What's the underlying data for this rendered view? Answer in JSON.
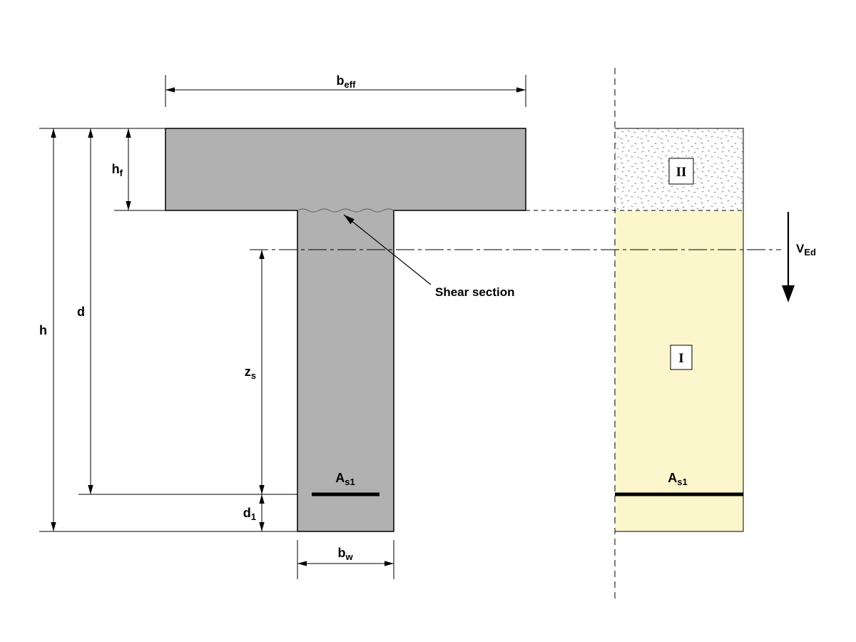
{
  "figure": {
    "description": "T-beam cross-section with shear section cut and shear zones I and II",
    "colors": {
      "beam_gray": "#b1b1b1",
      "zone_I_yellow": "#fbf6cb",
      "outline_black": "#000000"
    },
    "labels": {
      "b_eff": {
        "base": "b",
        "sub": "eff"
      },
      "h_f": {
        "base": "h",
        "sub": "f"
      },
      "h": {
        "base": "h"
      },
      "d": {
        "base": "d"
      },
      "z_s": {
        "base": "z",
        "sub": "s"
      },
      "d_1": {
        "base": "d",
        "sub": "1"
      },
      "b_w": {
        "base": "b",
        "sub": "w"
      },
      "A_s1_left": {
        "base": "A",
        "sub": "s1"
      },
      "A_s1_right": {
        "base": "A",
        "sub": "s1"
      },
      "V_Ed": {
        "base": "V",
        "sub": "Ed"
      },
      "shear_section": "Shear section",
      "zone_II": "II",
      "zone_I": "I"
    }
  }
}
